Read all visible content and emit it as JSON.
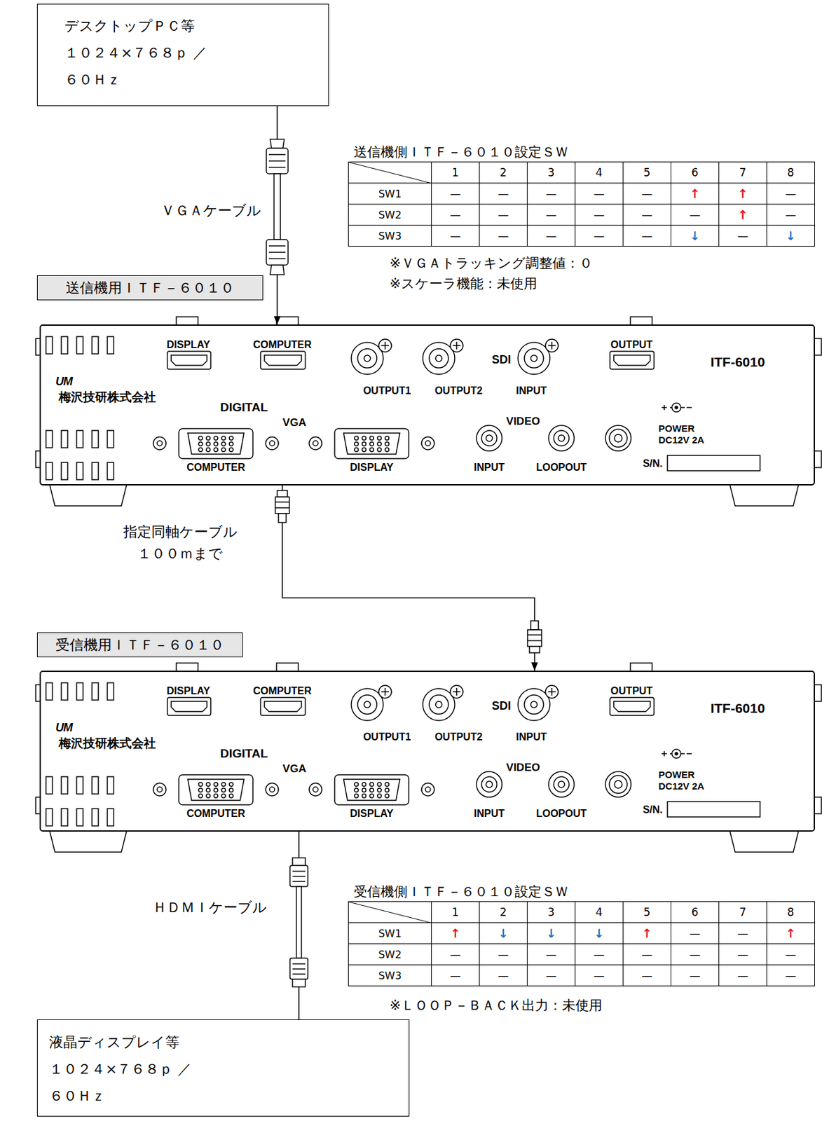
{
  "diagram": {
    "nodes": [
      {
        "text": [
          "デスクトップＰＣ等 １０２４×７６８ｐ ／６０Ｈｚ"
        ]
      },
      {
        "text": [
          "送信機用ＩＴＦ－６０１０"
        ]
      },
      {
        "text": [
          "DISPLAY",
          "COMPUTER",
          "OUTPUT1",
          "OUTPUT2",
          "SDI",
          "INPUT",
          "OUTPUT",
          "ITF-6010",
          "UM",
          "梅沢技研株式会社",
          "DIGITAL",
          "VGA",
          "COMPUTER",
          "DISPLAY",
          "VIDEO",
          "INPUT",
          "LOOPOUT",
          "S/N.",
          "POWER DC12V 2A"
        ]
      },
      {
        "text": [
          "受信機用ＩＴＦ－６０１０"
        ]
      },
      {
        "text": [
          "DISPLAY",
          "COMPUTER",
          "OUTPUT1",
          "OUTPUT2",
          "SDI",
          "INPUT",
          "OUTPUT",
          "ITF-6010",
          "UM",
          "梅沢技研株式会社",
          "DIGITAL",
          "VGA",
          "COMPUTER",
          "DISPLAY",
          "VIDEO",
          "INPUT",
          "LOOPOUT",
          "S/N.",
          "POWER DC12V 2A"
        ]
      },
      {
        "text": [
          "液晶ディスプレイ等 １０２４×７６８ｐ ／６０Ｈｚ"
        ]
      }
    ],
    "edges": [
      {
        "from": 0,
        "to": 2,
        "arrow": "to",
        "label": "ＶＧＡケーブル"
      },
      {
        "from": 2,
        "to": 4,
        "arrow": "to",
        "label": "指定同軸ケーブル １００ｍまで"
      },
      {
        "from": 4,
        "to": 5,
        "arrow": "none",
        "label": "ＨＤＭＩケーブル"
      }
    ],
    "labels": [
      "送信機側ＩＴＦ－６０１０設定ＳＷ",
      "1",
      "2",
      "3",
      "4",
      "5",
      "6",
      "7",
      "8",
      "SW1",
      "—",
      "—",
      "—",
      "—",
      "—",
      "↑",
      "↑",
      "—",
      "SW2",
      "—",
      "—",
      "—",
      "—",
      "—",
      "—",
      "↑",
      "—",
      "SW3",
      "—",
      "—",
      "—",
      "—",
      "—",
      "↓",
      "—",
      "↓",
      "※ＶＧＡトラッキング調整値：０",
      "※スケーラ機能：未使用",
      "受信機側ＩＴＦ－６０１０設定ＳＷ",
      "1",
      "2",
      "3",
      "4",
      "5",
      "6",
      "7",
      "8",
      "SW1",
      "↑",
      "↓",
      "↓",
      "↓",
      "↑",
      "—",
      "—",
      "↑",
      "SW2",
      "—",
      "—",
      "—",
      "—",
      "—",
      "—",
      "—",
      "—",
      "SW3",
      "—",
      "—",
      "—",
      "—",
      "—",
      "—",
      "—",
      "—",
      "※ＬＯＯＰ－ＢＡＣＫ出力：未使用"
    ]
  }
}
